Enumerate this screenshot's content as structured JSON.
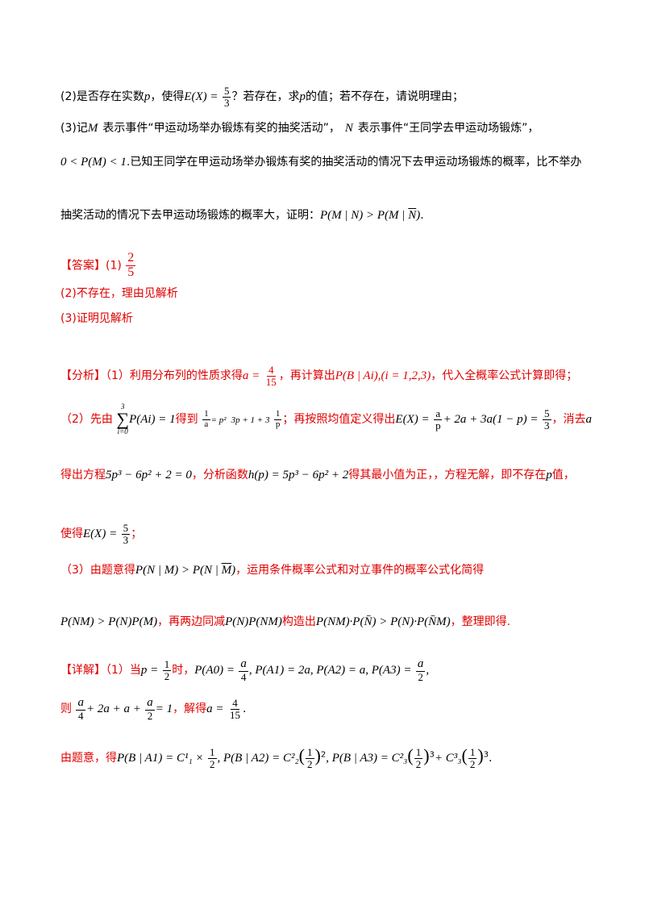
{
  "q2": {
    "a": "(2)是否存在实数",
    "p": "p",
    "b": "，使得",
    "ex": "E(X) =",
    "num": "5",
    "den": "3",
    "c": "？若存在，求",
    "d": "的值；若不存在，请说明理由；"
  },
  "q3": {
    "a": "(3)记",
    "M": "M",
    "b": "表示事件“甲运动场举办锻炼有奖的抽奖活动”，",
    "N": "N",
    "c": "表示事件“王同学去甲运动场锻炼”，",
    "ineq": "0 < P(M) < 1",
    "d": ".已知王同学在甲运动场举办锻炼有奖的抽奖活动的情况下去甲运动场锻炼的概率，比不举办",
    "e": "抽奖活动的情况下去甲运动场锻炼的概率大，证明：",
    "claim_left": "P(M | N) > P(M | ",
    "claim_nbar": "N",
    "claim_right": ")",
    "end": "."
  },
  "answer": {
    "label": "【答案】",
    "p1": "(1)",
    "num": "2",
    "den": "5",
    "p2": "(2)不存在，理由见解析",
    "p3": "(3)证明见解析"
  },
  "analysis": {
    "label": "【分析】",
    "l1a": "（1）利用分布列的性质求得",
    "a_eq": "a =",
    "a_num": "4",
    "a_den": "15",
    "l1b": "，再计算出",
    "l1c": "P(B | Ai),(i = 1,2,3)",
    "l1d": "，代入全概率公式计算即得；",
    "l2a": "（2）先由",
    "sum_top": "3",
    "sum_bot": "i=0",
    "sum_expr": "P(Ai) = 1",
    "l2b": "得到",
    "l2_frac_num": "1",
    "l2_frac_den": "a",
    "l2_expr1": "= p²",
    "l2_expr2": "3p + 1 + 3",
    "l2_expr2b_num": "1",
    "l2_expr2b_den": "p",
    "l2c": "；再按照均值定义得出",
    "l2_ex": "E(X) =",
    "l2_ex_num": "a",
    "l2_ex_den": "p",
    "l2_ex_rest": "+ 2a + 3a(1 − p) =",
    "l2_ex_r_num": "5",
    "l2_ex_r_den": "3",
    "l2d": "，消去",
    "l2_a": "a",
    "l3a": "得出方程",
    "l3_eq": "5p³ − 6p² + 2 = 0",
    "l3b": "，分析函数",
    "l3_fn": "h(p) = 5p³ − 6p² + 2",
    "l3c": "得其最小值为正，，方程无解，即不存在",
    "l3_p": "p",
    "l3d": "值，",
    "l4a": "使得",
    "l4_ex": "E(X) =",
    "l4_num": "5",
    "l4_den": "3",
    "l4b": "；",
    "l5a": "（3）由题意得",
    "l5_expr": "P(N | M) > P(N | ",
    "l5_mbar": "M",
    "l5_end": ")",
    "l5b": "，运用条件概率公式和对立事件的概率公式化简得",
    "l6_expr1": "P(NM) > P(N)P(M)",
    "l6a": "，再两边同减",
    "l6_expr2": "P(N)P(NM)",
    "l6b": "构造出",
    "l6_expr3": "P(NM)·P(N̄) > P(N)·P(N̄M)",
    "l6c": "，整理即得."
  },
  "detail": {
    "label": "【详解】",
    "l1a": "（1）当",
    "l1_p": "p =",
    "l1_num": "1",
    "l1_den": "2",
    "l1b": "时，",
    "l1_expr": "P(A0) =",
    "l1_a": "a",
    "l1_4": "4",
    "l1_rest": ", P(A1) = 2a, P(A2) = a, P(A3) =",
    "l1_end": ",",
    "l2a": "则",
    "l2_expr_mid": "+ 2a + a +",
    "l2_expr_end": "= 1",
    "l2b": "，解得",
    "l2_sol": "a =",
    "l2_num": "4",
    "l2_den": "15",
    "l2_end": ".",
    "l3a": "由题意，得",
    "l3_e1": "P(B | A1) = C¹₁ ×",
    "l3_e2": ", P(B | A2) = C²₂",
    "l3_e3": ", P(B | A3) = C²₃",
    "l3_e4": "+ C³₃",
    "l3_end": "."
  }
}
